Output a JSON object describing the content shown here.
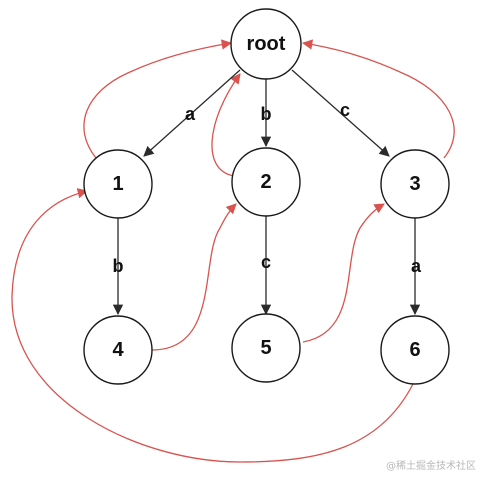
{
  "nodes": [
    {
      "id": "root",
      "label": "root"
    },
    {
      "id": "n1",
      "label": "1"
    },
    {
      "id": "n2",
      "label": "2"
    },
    {
      "id": "n3",
      "label": "3"
    },
    {
      "id": "n4",
      "label": "4"
    },
    {
      "id": "n5",
      "label": "5"
    },
    {
      "id": "n6",
      "label": "6"
    }
  ],
  "edges": [
    {
      "from": "root",
      "to": "n1",
      "label": "a"
    },
    {
      "from": "root",
      "to": "n2",
      "label": "b"
    },
    {
      "from": "root",
      "to": "n3",
      "label": "c"
    },
    {
      "from": "n1",
      "to": "n4",
      "label": "b"
    },
    {
      "from": "n2",
      "to": "n5",
      "label": "c"
    },
    {
      "from": "n3",
      "to": "n6",
      "label": "a"
    }
  ],
  "fail_links": [
    {
      "from": "n1",
      "to": "root"
    },
    {
      "from": "n2",
      "to": "root"
    },
    {
      "from": "n3",
      "to": "root"
    },
    {
      "from": "n4",
      "to": "n2"
    },
    {
      "from": "n5",
      "to": "n3"
    },
    {
      "from": "n6",
      "to": "n1"
    }
  ],
  "colors": {
    "edge": "#2b2b2b",
    "fail_link": "#d9534f",
    "node_stroke": "#1a1a1a"
  },
  "watermark": "@稀土掘金技术社区"
}
